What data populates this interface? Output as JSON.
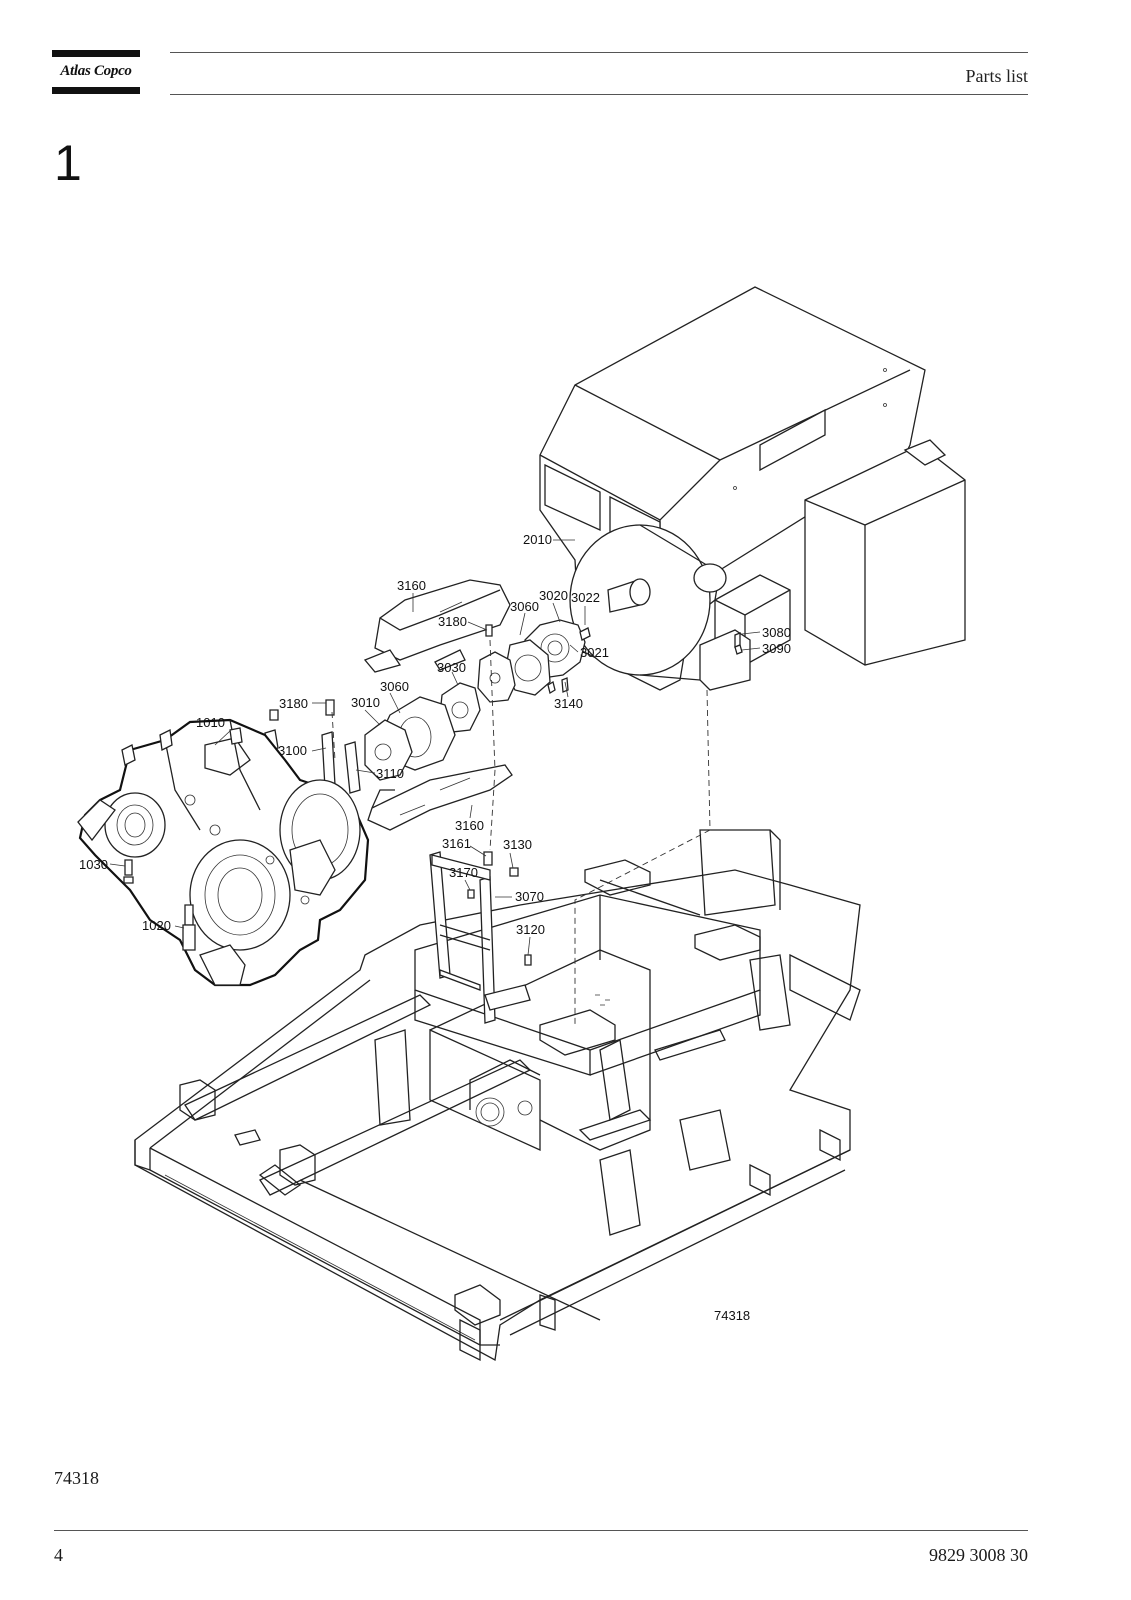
{
  "header": {
    "brand": "Atlas Copco",
    "title": "Parts list"
  },
  "section": {
    "number": "1"
  },
  "drawing": {
    "figure_number": "74318",
    "callouts": [
      "2010",
      "3160",
      "3180",
      "3060",
      "3020",
      "3022",
      "3021",
      "3030",
      "3140",
      "3080",
      "3090",
      "3010",
      "1010",
      "3100",
      "3110",
      "3160",
      "3161",
      "3130",
      "3170",
      "3070",
      "1030",
      "1020",
      "3120",
      "3060",
      "3180"
    ]
  },
  "drawing_ref": "74318",
  "footer": {
    "page": "4",
    "doc_number": "9829 3008 30"
  }
}
